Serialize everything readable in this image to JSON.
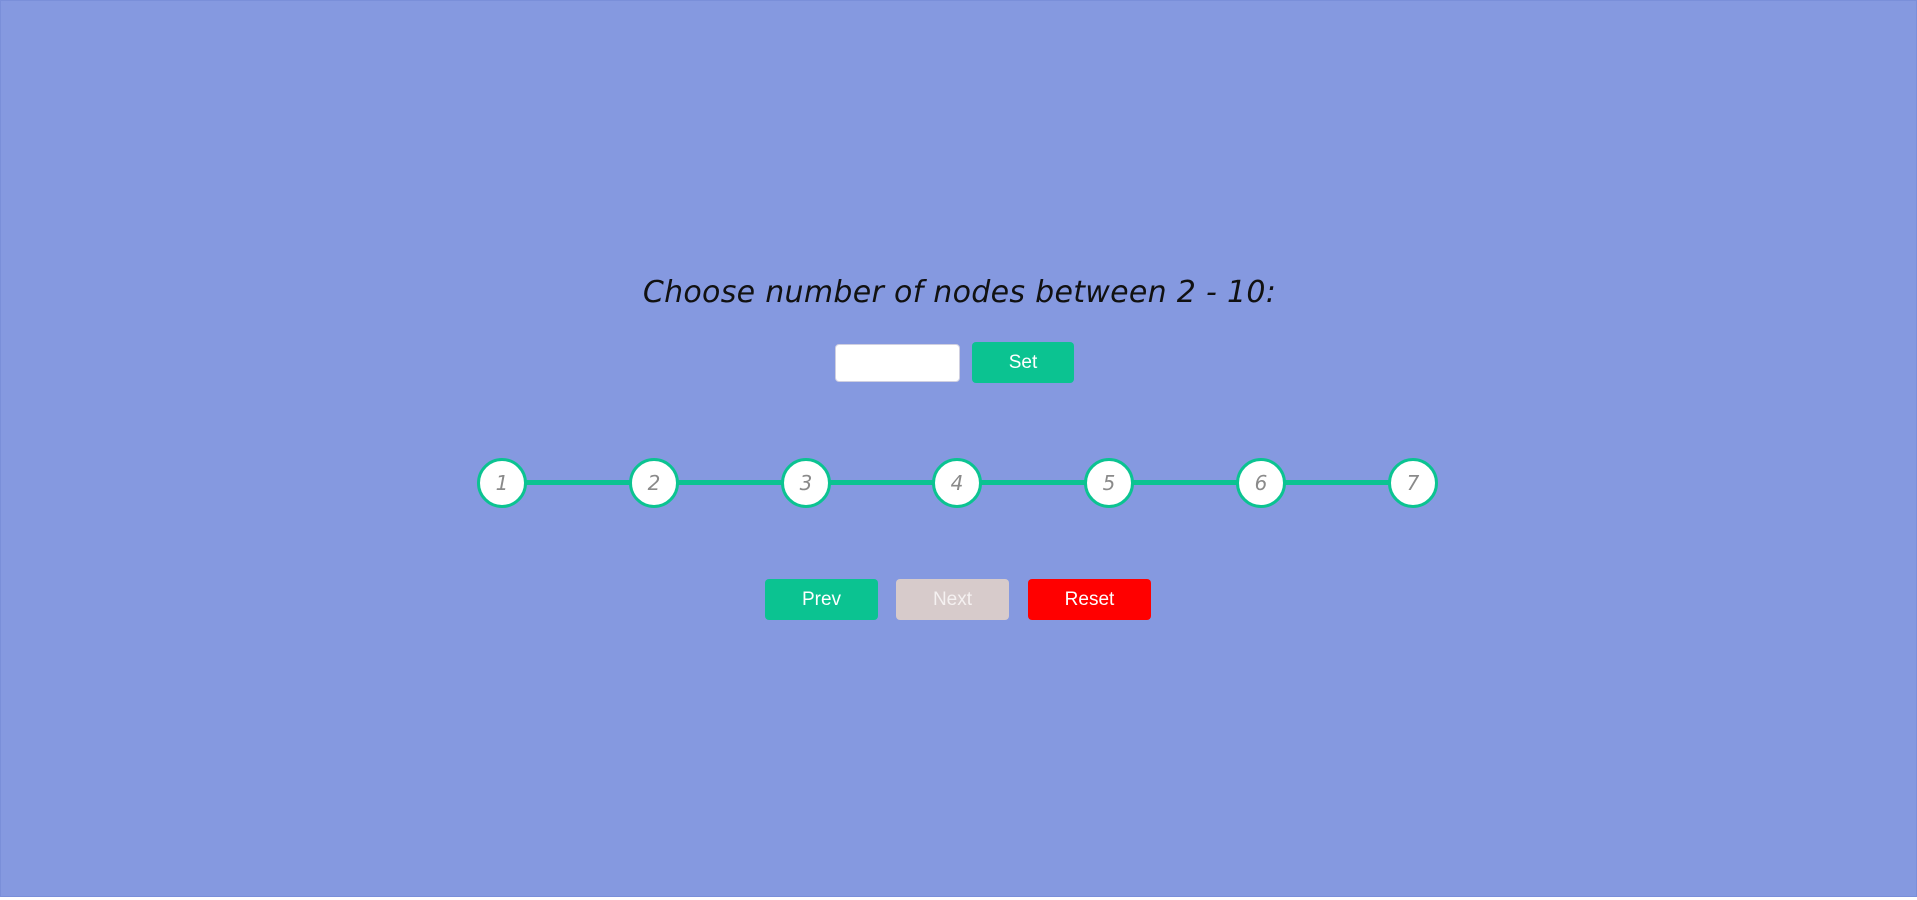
{
  "heading": "Choose number of nodes between 2 - 10:",
  "input": {
    "value": "",
    "placeholder": ""
  },
  "buttons": {
    "set_label": "Set",
    "prev_label": "Prev",
    "next_label": "Next",
    "reset_label": "Reset"
  },
  "nodes": [
    "1",
    "2",
    "3",
    "4",
    "5",
    "6",
    "7"
  ],
  "colors": {
    "background": "#8599e0",
    "accent": "#0bc391",
    "disabled": "#d7cbcb",
    "danger": "#ff0000"
  }
}
